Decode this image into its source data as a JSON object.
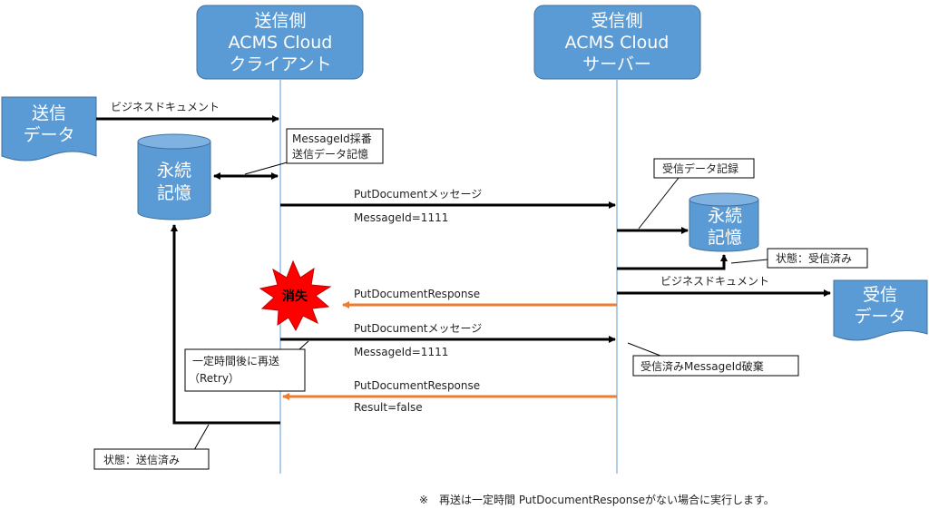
{
  "participants": {
    "sender": [
      "送信側",
      "ACMS Cloud",
      "クライアント"
    ],
    "receiver": [
      "受信側",
      "ACMS Cloud",
      "サーバー"
    ]
  },
  "documents": {
    "send_data": [
      "送信",
      "データ"
    ],
    "recv_data": [
      "受信",
      "データ"
    ]
  },
  "storage": {
    "sender_db": [
      "永続",
      "記憶"
    ],
    "receiver_db": [
      "永続",
      "記憶"
    ]
  },
  "messages": {
    "business_doc_in": "ビジネスドキュメント",
    "put_doc_1": "PutDocumentメッセージ",
    "msgid_1": "MessageId=1111",
    "response_1": "PutDocumentResponse",
    "business_doc_out": "ビジネスドキュメント",
    "put_doc_2": "PutDocumentメッセージ",
    "msgid_2": "MessageId=1111",
    "response_2": "PutDocumentResponse",
    "result_false": "Result=false"
  },
  "callouts": {
    "msgid_assign": [
      "MessageId採番",
      "送信データ記憶"
    ],
    "recv_record": "受信データ記録",
    "state_received": "状態：受信済み",
    "retry": [
      "一定時間後に再送",
      "（Retry）"
    ],
    "discard": "受信済みMessageId破棄",
    "state_sent": "状態：送信済み"
  },
  "lost_badge": "消失",
  "footnote": "※　再送は一定時間 PutDocumentResponseがない場合に実行します。",
  "colors": {
    "header_fill": "#5b9bd5",
    "header_stroke": "#41719c",
    "response_arrow": "#ed7d31",
    "lost_burst": "#ff0000",
    "lifeline": "#5b9bd5"
  }
}
